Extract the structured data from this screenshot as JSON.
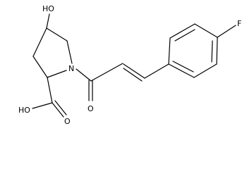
{
  "molecule": {
    "atom_labels": {
      "hydroxyl": "HO",
      "nitrogen": "N",
      "carbonyl_oxygen": "O",
      "acid_hydroxyl": "HO",
      "acid_carbonyl_oxygen": "O",
      "fluorine": "F"
    }
  }
}
